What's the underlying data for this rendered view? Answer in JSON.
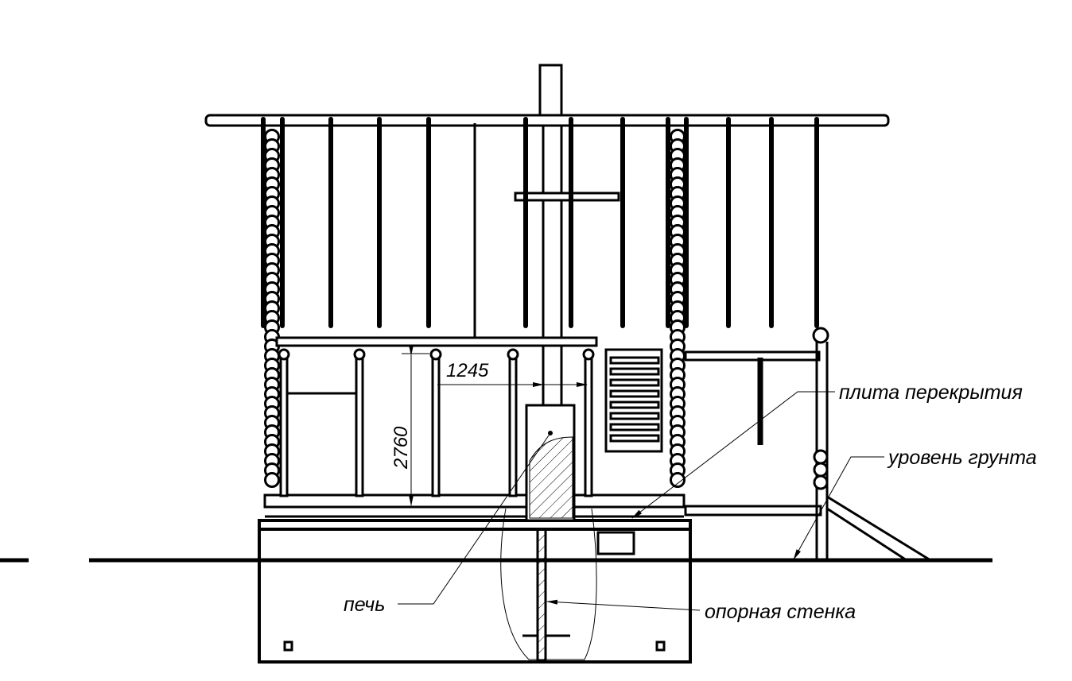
{
  "drawing": {
    "labels": {
      "slab": "плита перекрытия",
      "ground": "уровень грунта",
      "stove": "печь",
      "support_wall": "опорная стенка"
    },
    "dimensions": {
      "height": "2760",
      "width": "1245"
    },
    "colors": {
      "line": "#000000",
      "background": "#ffffff"
    }
  }
}
